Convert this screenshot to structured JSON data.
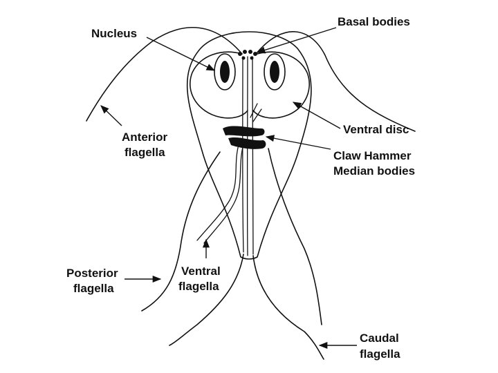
{
  "labels": {
    "nucleus": "Nucleus",
    "basal_bodies": "Basal bodies",
    "anterior_flagella_1": "Anterior",
    "anterior_flagella_2": "flagella",
    "ventral_disc": "Ventral disc",
    "claw_hammer_1": "Claw Hammer",
    "claw_hammer_2": "Median bodies",
    "posterior_flagella_1": "Posterior",
    "posterior_flagella_2": "flagella",
    "ventral_flagella_1": "Ventral",
    "ventral_flagella_2": "flagella",
    "caudal_flagella_1": "Caudal",
    "caudal_flagella_2": "flagella"
  },
  "colors": {
    "ink": "#111111",
    "background": "#ffffff"
  }
}
